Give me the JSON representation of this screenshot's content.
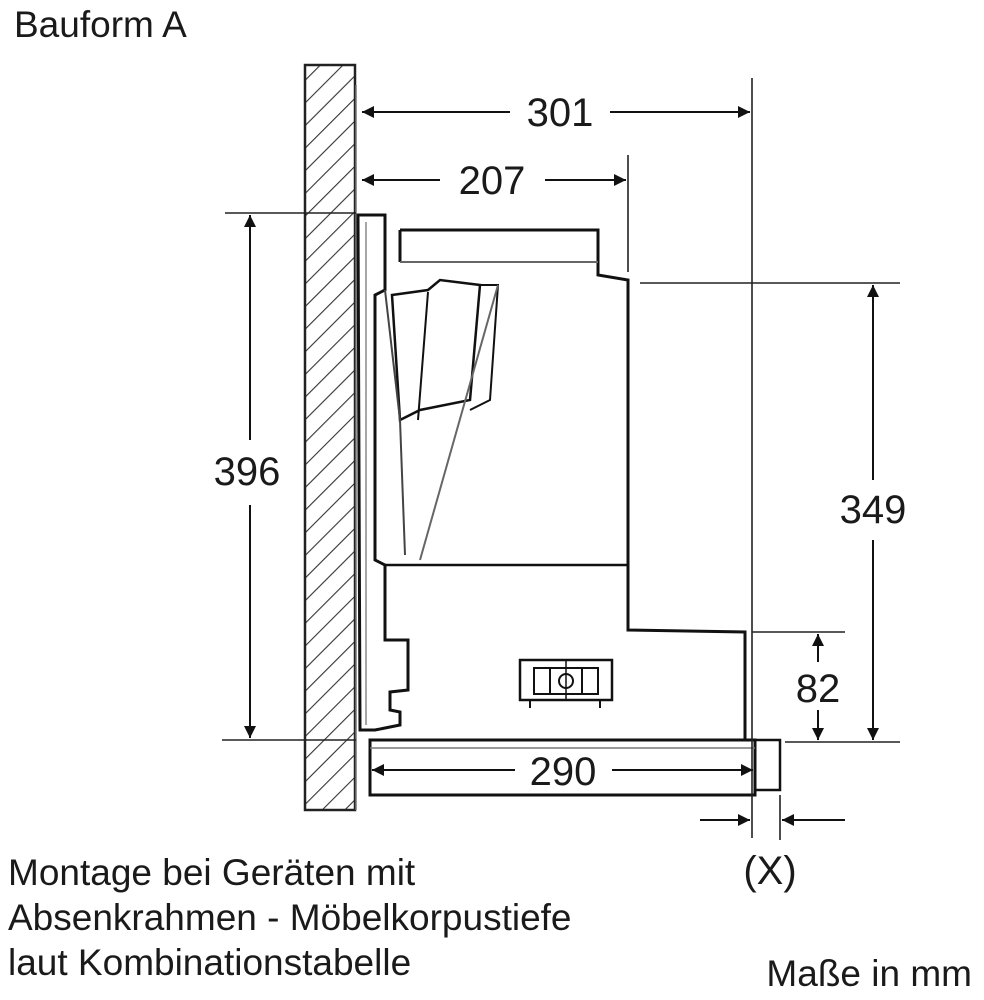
{
  "title": "Bauform A",
  "dimensions": {
    "d301": "301",
    "d207": "207",
    "d396": "396",
    "d349": "349",
    "d82": "82",
    "d290": "290",
    "dx": "(X)"
  },
  "caption": {
    "line1": "Montage bei Geräten mit",
    "line2": "Absenkrahmen - Möbelkorpustiefe",
    "line3": "laut Kombinationstabelle"
  },
  "units": "Maße in mm"
}
